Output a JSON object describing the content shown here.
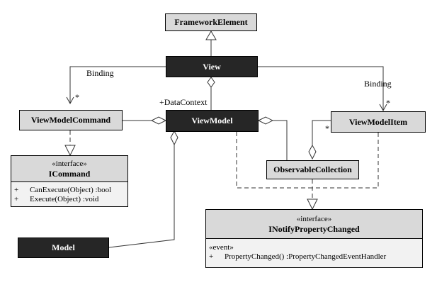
{
  "classes": {
    "framework_element": {
      "name": "FrameworkElement"
    },
    "view": {
      "name": "View"
    },
    "view_model": {
      "name": "ViewModel"
    },
    "view_model_command": {
      "name": "ViewModelCommand"
    },
    "view_model_item": {
      "name": "ViewModelItem"
    },
    "observable_collection": {
      "name": "ObservableCollection"
    },
    "model": {
      "name": "Model"
    },
    "icommand": {
      "stereotype": "«interface»",
      "name": "ICommand",
      "operations": [
        {
          "visibility": "+",
          "signature": "CanExecute(Object) :bool"
        },
        {
          "visibility": "+",
          "signature": "Execute(Object) :void"
        }
      ]
    },
    "inotify": {
      "stereotype": "«interface»",
      "name": "INotifyPropertyChanged",
      "section_stereotype": "«event»",
      "operations": [
        {
          "visibility": "+",
          "signature": "PropertyChanged() :PropertyChangedEventHandler"
        }
      ]
    }
  },
  "labels": {
    "binding_left": "Binding",
    "binding_right": "Binding",
    "data_context": "+DataContext",
    "mult_command": "*",
    "mult_item_right": "*",
    "mult_item_left": "*"
  },
  "colors": {
    "light_fill": "#d9d9d9",
    "dark_fill": "#262626",
    "line": "#000000"
  }
}
